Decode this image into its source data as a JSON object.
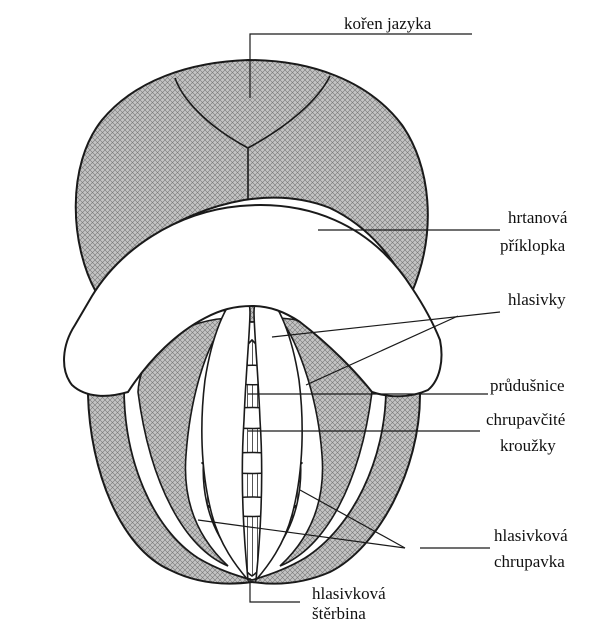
{
  "labels": {
    "koren_jazyka": "kořen jazyka",
    "hrtanova_1": "hrtanová",
    "hrtanova_2": "příklopka",
    "hlasivky": "hlasivky",
    "prudusnice": "průdušnice",
    "chrupavcite_1": "chrupavčité",
    "chrupavcite_2": "kroužky",
    "hlasivkova_chr_1": "hlasivková",
    "hlasivkova_chr_2": "chrupavka",
    "hlasivkova_st_1": "hlasivková",
    "hlasivkova_st_2": "štěrbina"
  },
  "colors": {
    "ink": "#1a1a1a",
    "shade": "#b9b9b9",
    "paper": "#ffffff"
  }
}
